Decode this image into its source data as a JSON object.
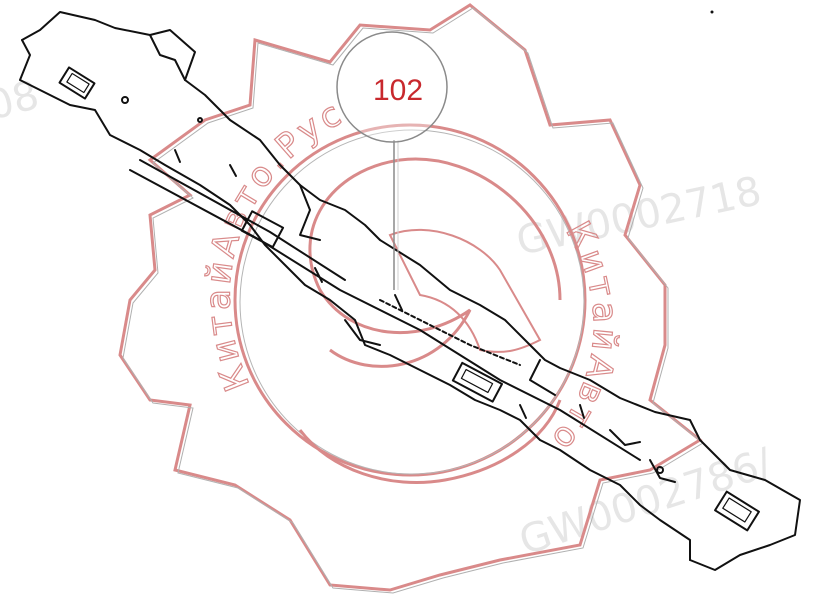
{
  "callout": {
    "label": "102",
    "color": "#c8282d"
  },
  "watermark": {
    "brand_text": "КитайАвто.Рус",
    "gear_stroke": "#d98a8a",
    "part_codes": [
      "GW0002718",
      "GW0002786/",
      "08"
    ]
  },
  "drawing": {
    "line_color": "#111111"
  }
}
